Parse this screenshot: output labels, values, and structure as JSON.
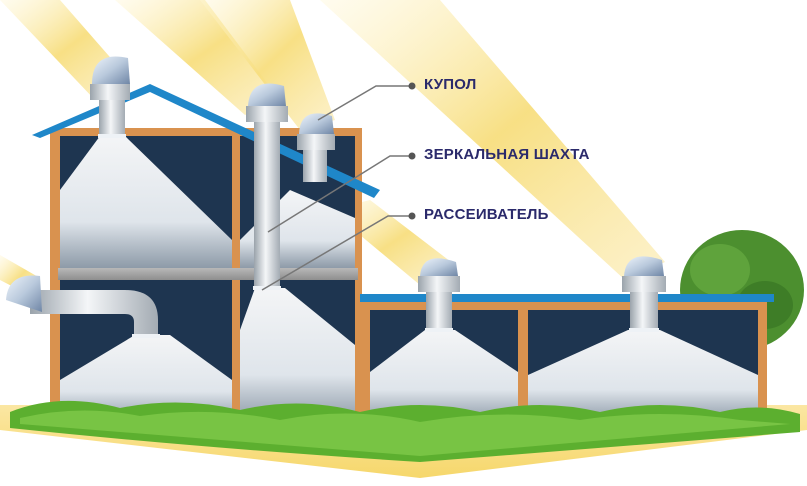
{
  "labels": {
    "dome": "КУПОЛ",
    "mirror_shaft": "ЗЕРКАЛЬНАЯ ШАХТА",
    "diffuser": "РАССЕИВАТЕЛЬ"
  },
  "colors": {
    "roof": "#1f87c9",
    "wall": "#d9924f",
    "room": "#1e3550",
    "callout_text": "#2b2a6b",
    "callout_line": "#777777",
    "sunbeam": "#f6dc7a",
    "grass": "#5caf2f",
    "tree": "#4c8f2f"
  }
}
